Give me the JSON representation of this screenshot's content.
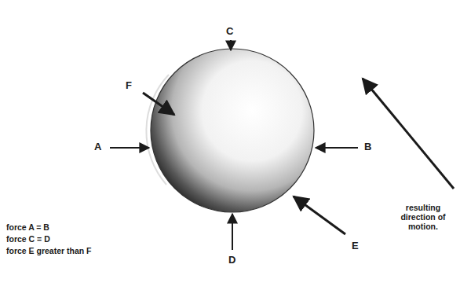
{
  "diagram": {
    "labels": [
      "F",
      "C",
      "A",
      "B",
      "D",
      "E",
      "resulting direction of motion.",
      "force A = B",
      "force C = D",
      "force E greater than F"
    ]
  }
}
